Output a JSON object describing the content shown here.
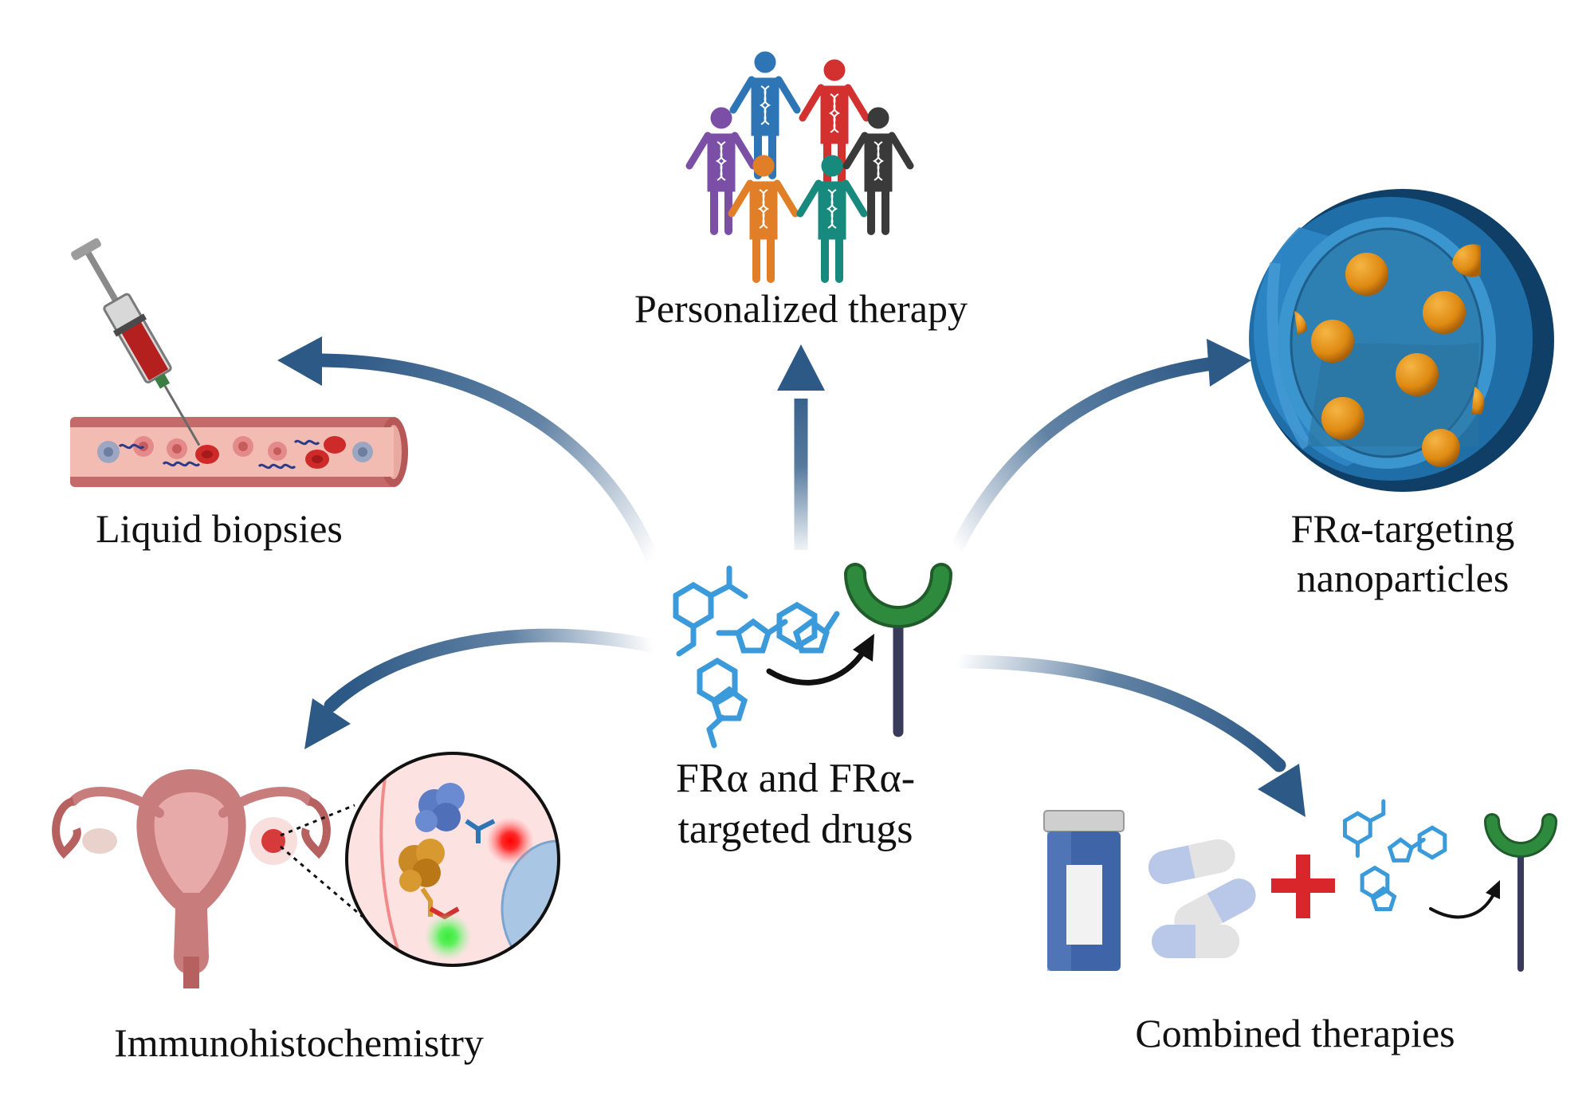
{
  "center": {
    "line1": "FRα and FRα-",
    "line2": "targeted drugs"
  },
  "nodes": {
    "personalized": {
      "label": "Personalized therapy"
    },
    "liquid": {
      "label": "Liquid biopsies"
    },
    "nano": {
      "line1": "FRα-targeting",
      "line2": "nanoparticles"
    },
    "ihc": {
      "label": "Immunohistochemistry"
    },
    "combined": {
      "label": "Combined therapies"
    }
  },
  "colors": {
    "arrow": "#2d5986",
    "molecule": "#3b9ad9",
    "receptor_head": "#2e8b3e",
    "receptor_stem": "#3a3a5c",
    "plus": "#d9262b",
    "people": [
      "#2e75b6",
      "#d3312f",
      "#7b4fa5",
      "#3a3a3a",
      "#e07f27",
      "#178a7d"
    ]
  }
}
